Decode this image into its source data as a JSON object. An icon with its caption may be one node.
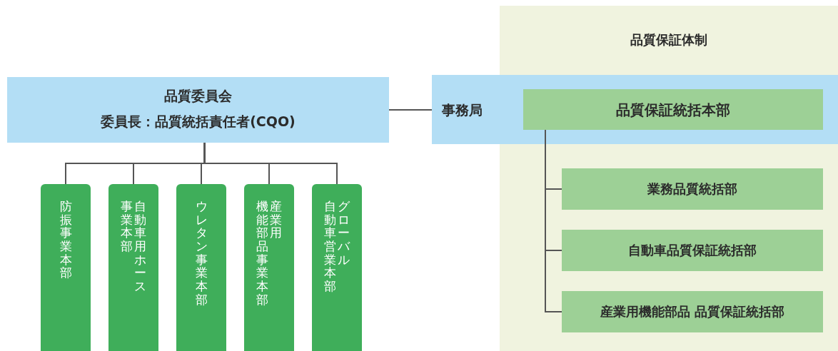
{
  "diagram": {
    "nodes": [
      {
        "text": [
          "品質保証体制"
        ]
      },
      {
        "text": [
          "品質委員会",
          "委員長：品質統括責任者(CQO)"
        ]
      },
      {
        "text": [
          "事務局"
        ]
      },
      {
        "text": [
          "品質保証統括本部"
        ],
        "in": 2
      },
      {
        "text": [
          "防振事業本部"
        ]
      },
      {
        "text": [
          "自動車用ホース事業本部"
        ]
      },
      {
        "text": [
          "ウレタン事業本部"
        ]
      },
      {
        "text": [
          "産業用機能部品事業本部"
        ]
      },
      {
        "text": [
          "グローバル自動車営業本部"
        ]
      },
      {
        "text": [
          "業務品質統括部"
        ],
        "in": 0
      },
      {
        "text": [
          "自動車品質保証統括部"
        ],
        "in": 0
      },
      {
        "text": [
          "産業用機能部品 品質保証統括部"
        ],
        "in": 0
      }
    ],
    "edges": [
      {
        "from": 1,
        "to": 2,
        "arrow": "none"
      },
      {
        "from": 1,
        "to": 4,
        "arrow": "none"
      },
      {
        "from": 1,
        "to": 5,
        "arrow": "none"
      },
      {
        "from": 1,
        "to": 6,
        "arrow": "none"
      },
      {
        "from": 1,
        "to": 7,
        "arrow": "none"
      },
      {
        "from": 1,
        "to": 8,
        "arrow": "none"
      },
      {
        "from": 3,
        "to": 9,
        "arrow": "none"
      },
      {
        "from": 3,
        "to": 10,
        "arrow": "none"
      },
      {
        "from": 3,
        "to": 11,
        "arrow": "none"
      }
    ]
  }
}
